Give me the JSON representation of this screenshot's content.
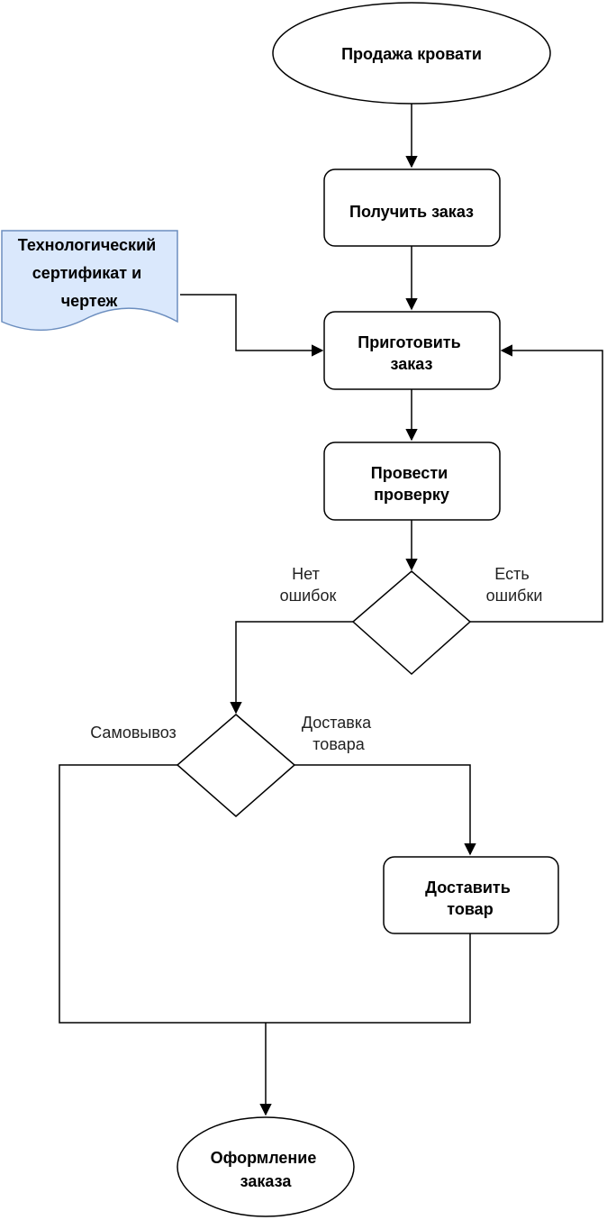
{
  "colors": {
    "stroke": "#000000",
    "document_fill": "#dae8fc",
    "document_stroke": "#6c8ebf",
    "background": "#ffffff"
  },
  "nodes": {
    "start": {
      "lines": [
        "Продажа кровати"
      ]
    },
    "receive_order": {
      "lines": [
        "Получить заказ"
      ]
    },
    "document": {
      "lines": [
        "Технологический",
        "сертификат и",
        "чертеж"
      ]
    },
    "prepare_order": {
      "lines": [
        "Приготовить",
        "заказ"
      ]
    },
    "check": {
      "lines": [
        "Провести",
        "проверку"
      ]
    },
    "decision_errors": {
      "lines": [
        ""
      ]
    },
    "decision_delivery": {
      "lines": [
        ""
      ]
    },
    "deliver": {
      "lines": [
        "Доставить",
        "товар"
      ]
    },
    "end": {
      "lines": [
        "Оформление",
        "заказа"
      ]
    }
  },
  "edge_labels": {
    "no_errors": [
      "Нет",
      "ошибок"
    ],
    "has_errors": [
      "Есть",
      "ошибки"
    ],
    "pickup": [
      "Самовывоз"
    ],
    "delivery": [
      "Доставка",
      "товара"
    ]
  }
}
